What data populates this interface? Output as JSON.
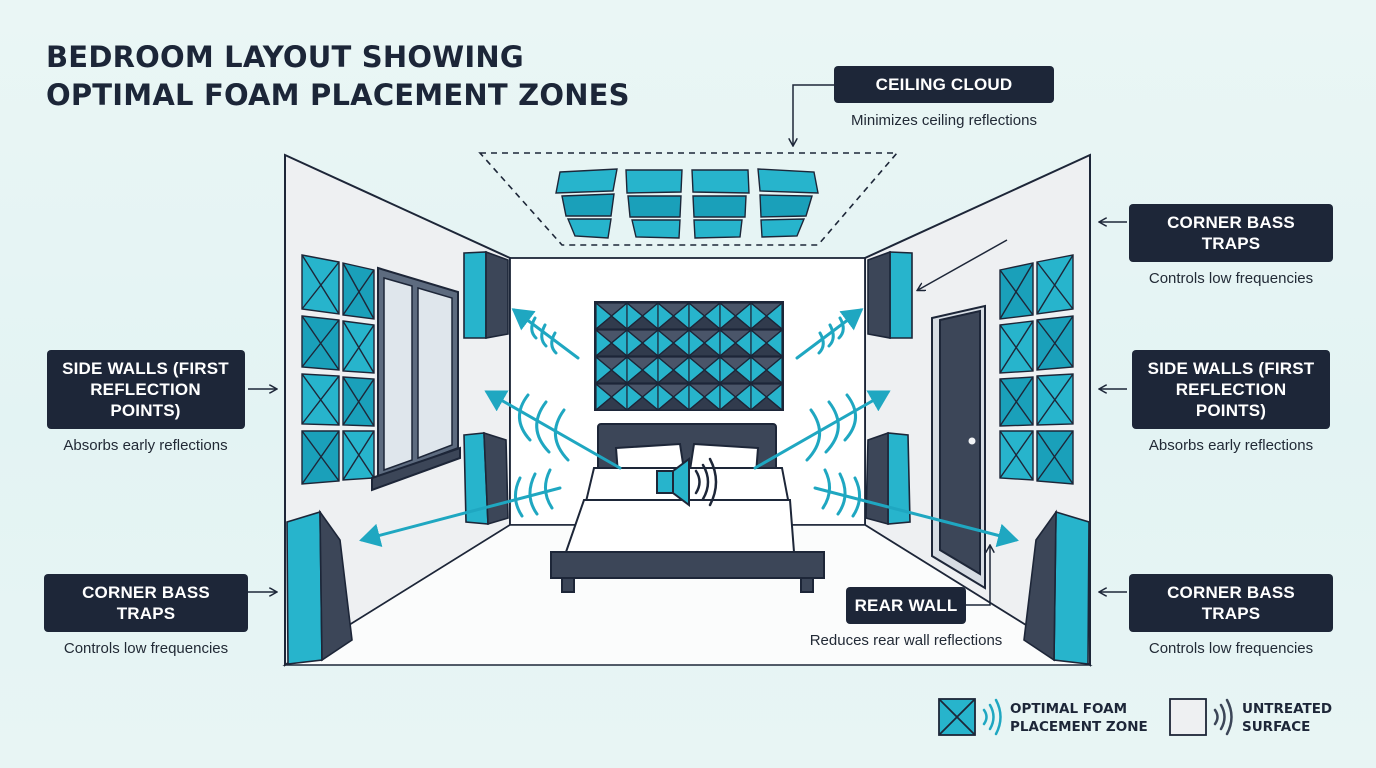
{
  "title": {
    "line1": "BEDROOM LAYOUT SHOWING",
    "line2": "OPTIMAL FOAM PLACEMENT ZONES"
  },
  "callouts": {
    "ceiling_cloud": {
      "label": "CEILING CLOUD",
      "description": "Minimizes ceiling reflections"
    },
    "corner_bass_traps_top_right": {
      "label": "CORNER BASS TRAPS",
      "description": "Controls low frequencies"
    },
    "side_walls_left": {
      "label": "SIDE WALLS (FIRST REFLECTION POINTS)",
      "description": "Absorbs early reflections"
    },
    "side_walls_right": {
      "label": "SIDE WALLS (FIRST REFLECTION POINTS)",
      "description": "Absorbs early reflections"
    },
    "corner_bass_traps_left": {
      "label": "CORNER BASS TRAPS",
      "description": "Controls low frequencies"
    },
    "corner_bass_traps_right": {
      "label": "CORNER BASS TRAPS",
      "description": "Controls low frequencies"
    },
    "rear_wall": {
      "label": "REAR WALL",
      "description": "Reduces rear wall reflections"
    }
  },
  "legend": {
    "treated": {
      "line1": "OPTIMAL FOAM",
      "line2": "PLACEMENT ZONE"
    },
    "untreated": {
      "line1": "UNTREATED",
      "line2": "SURFACE"
    }
  },
  "colors": {
    "foam": "#1fa7c1",
    "foam_dark": "#0d7f97",
    "navy": "#1d2638",
    "wall_side": "#f5f6f7",
    "wall_back": "#ffffff",
    "background": "#e6f4f3"
  },
  "icons": {
    "speaker": "speaker-icon",
    "arrow": "sound-wave-arrow-icon",
    "door": "door-icon",
    "window": "window-icon",
    "bed": "bed-icon"
  }
}
